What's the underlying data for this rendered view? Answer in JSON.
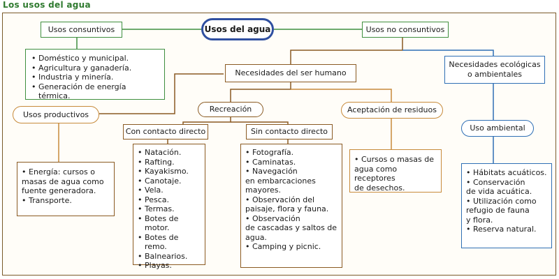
{
  "page": {
    "title": "Los usos del agua"
  },
  "nodes": {
    "center": "Usos del agua",
    "consuntivos": "Usos consuntivos",
    "no_consuntivos": "Usos no consuntivos",
    "necesidades_humano": "Necesidades del ser humano",
    "necesidades_ecologicas": [
      "Necesidades ecológicas",
      "o ambientales"
    ],
    "usos_productivos": "Usos productivos",
    "recreacion": "Recreación",
    "aceptacion_residuos": "Aceptación de residuos",
    "uso_ambiental": "Uso ambiental",
    "con_contacto": "Con contacto directo",
    "sin_contacto": "Sin contacto directo"
  },
  "lists": {
    "consuntivos": [
      "Doméstico y municipal.",
      "Agricultura y ganadería.",
      "Industria y minería.",
      "Generación de energía térmica."
    ],
    "productivos": [
      {
        "bullet": true,
        "text": "Energía: cursos o"
      },
      {
        "bullet": false,
        "text": "masas de agua como"
      },
      {
        "bullet": false,
        "text": "fuente generadora."
      },
      {
        "bullet": true,
        "text": "Transporte."
      }
    ],
    "con_contacto": [
      "Natación.",
      "Rafting.",
      "Kayakismo.",
      "Canotaje.",
      "Vela.",
      "Pesca.",
      "Termas.",
      "Botes de motor.",
      "Botes de remo.",
      "Balnearios.",
      "Playas."
    ],
    "sin_contacto": [
      {
        "bullet": true,
        "text": "Fotografía."
      },
      {
        "bullet": true,
        "text": "Caminatas."
      },
      {
        "bullet": true,
        "text": "Navegación"
      },
      {
        "bullet": false,
        "text": "en embarcaciones"
      },
      {
        "bullet": false,
        "text": "mayores."
      },
      {
        "bullet": true,
        "text": "Observación del"
      },
      {
        "bullet": false,
        "text": "paisaje, flora y fauna."
      },
      {
        "bullet": true,
        "text": "Observación"
      },
      {
        "bullet": false,
        "text": "de cascadas y saltos de"
      },
      {
        "bullet": false,
        "text": "agua."
      },
      {
        "bullet": true,
        "text": "Camping y picnic."
      }
    ],
    "residuos": [
      {
        "bullet": true,
        "text": "Cursos o masas de"
      },
      {
        "bullet": false,
        "text": "agua como receptores"
      },
      {
        "bullet": false,
        "text": "de desechos."
      }
    ],
    "ambiental": [
      {
        "bullet": true,
        "text": "Hábitats acuáticos."
      },
      {
        "bullet": true,
        "text": "Conservación"
      },
      {
        "bullet": false,
        "text": "de vida acuática."
      },
      {
        "bullet": true,
        "text": "Utilización como"
      },
      {
        "bullet": false,
        "text": "refugio de fauna"
      },
      {
        "bullet": false,
        "text": "y flora."
      },
      {
        "bullet": true,
        "text": "Reserva natural."
      }
    ]
  },
  "colors": {
    "green": "#3f8f3f",
    "brown": "#8a5a22",
    "orange": "#c78a3a",
    "blue": "#2f6fb5",
    "center_border": "#2f4fa0"
  }
}
